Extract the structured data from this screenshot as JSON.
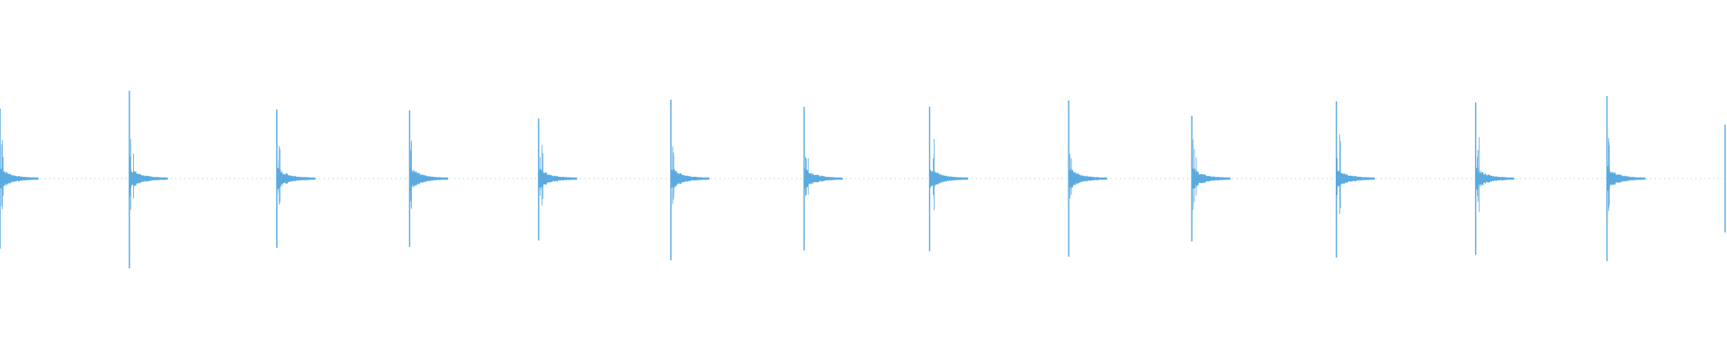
{
  "waveform": {
    "color": "#5aaae0",
    "clicks": [
      {
        "time": 0.0,
        "peak_up": 0.78,
        "peak_down": 0.78
      },
      {
        "time": 0.0749,
        "peak_up": 0.98,
        "peak_down": 1.0
      },
      {
        "time": 0.1603,
        "peak_up": 0.77,
        "peak_down": 0.77
      },
      {
        "time": 0.2372,
        "peak_up": 0.76,
        "peak_down": 0.76
      },
      {
        "time": 0.3119,
        "peak_up": 0.67,
        "peak_down": 0.69
      },
      {
        "time": 0.3885,
        "peak_up": 0.88,
        "peak_down": 0.91
      },
      {
        "time": 0.4656,
        "peak_up": 0.8,
        "peak_down": 0.8
      },
      {
        "time": 0.5383,
        "peak_up": 0.8,
        "peak_down": 0.81
      },
      {
        "time": 0.6188,
        "peak_up": 0.87,
        "peak_down": 0.87
      },
      {
        "time": 0.6901,
        "peak_up": 0.7,
        "peak_down": 0.7
      },
      {
        "time": 0.7738,
        "peak_up": 0.86,
        "peak_down": 0.88
      },
      {
        "time": 0.8545,
        "peak_up": 0.85,
        "peak_down": 0.85
      },
      {
        "time": 0.9305,
        "peak_up": 0.92,
        "peak_down": 0.92
      },
      {
        "time": 0.9989,
        "peak_up": 0.6,
        "peak_down": 0.6
      }
    ],
    "gaps_noise_level": 0.01
  }
}
